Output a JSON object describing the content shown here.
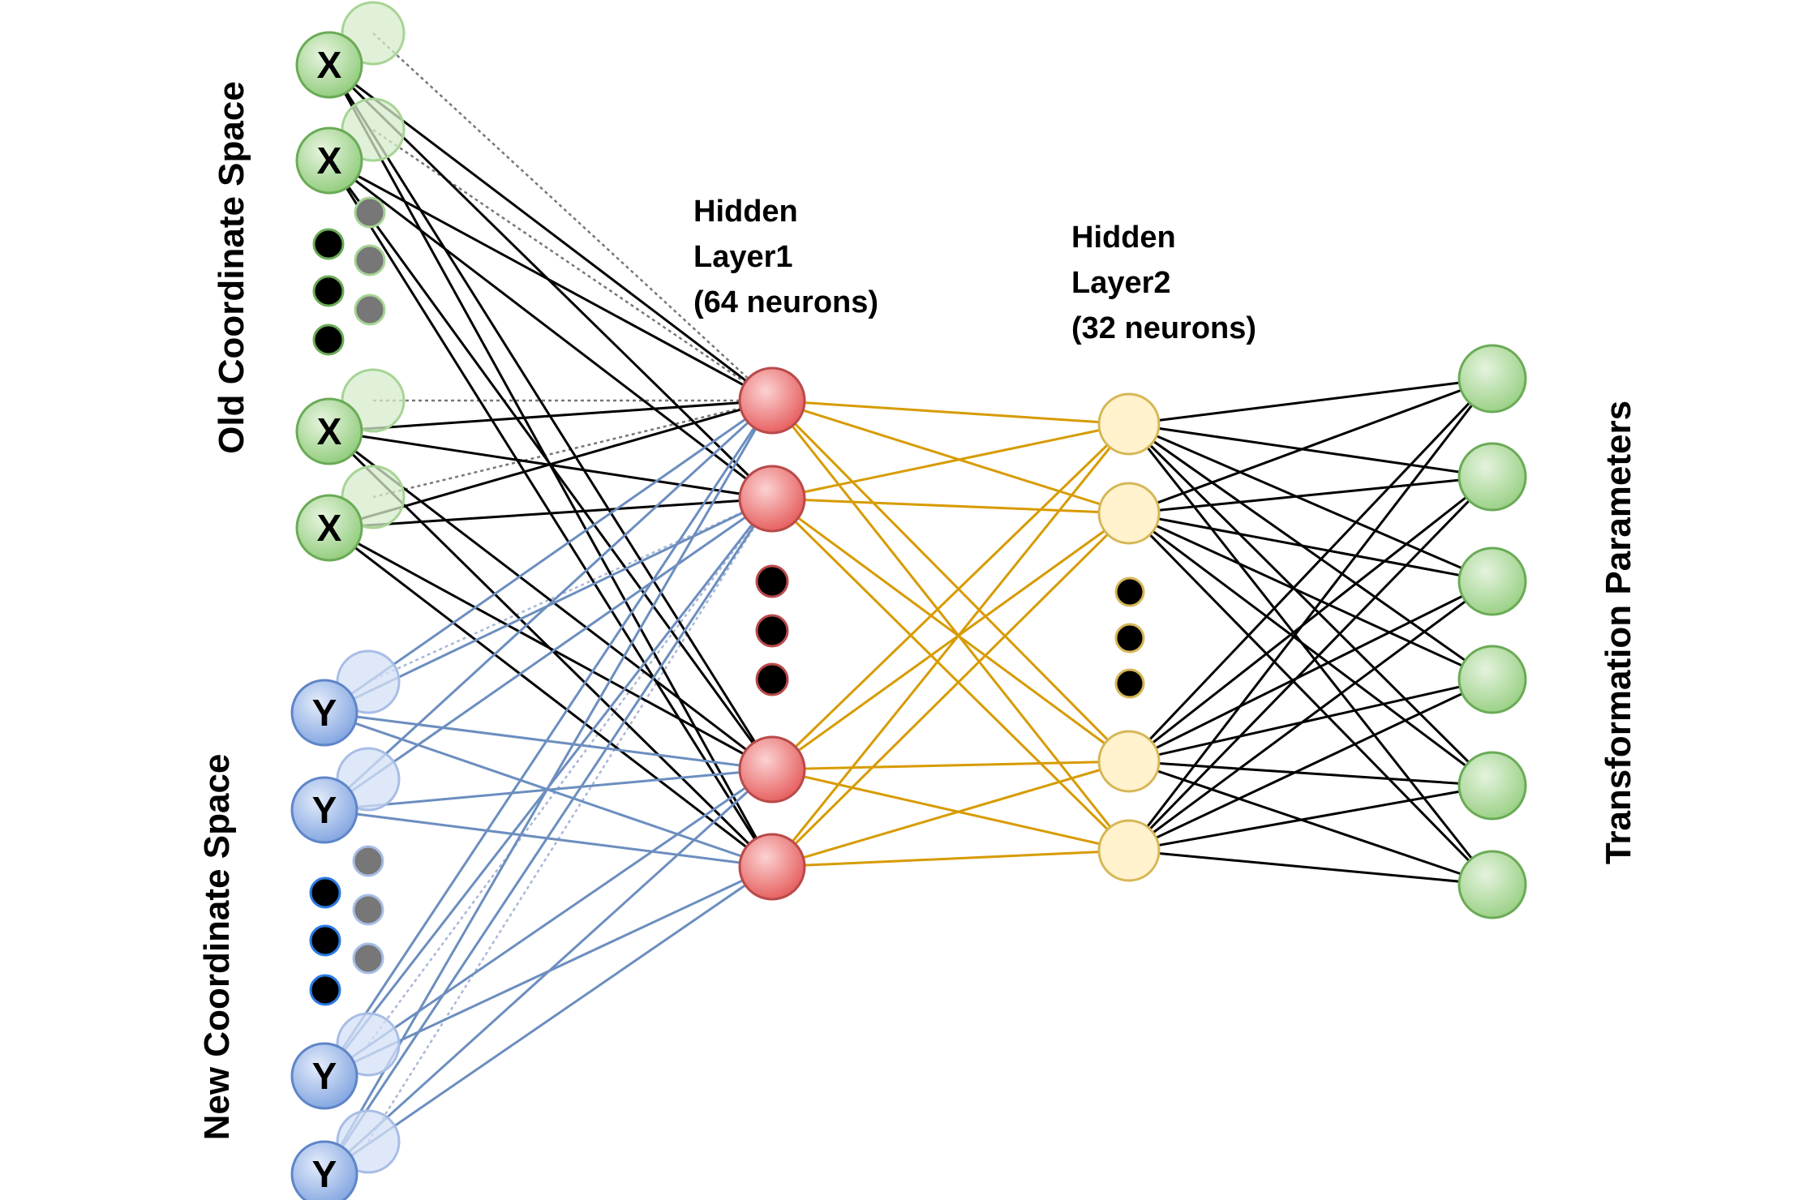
{
  "labels": {
    "old_space": "Old Coordinate Space",
    "new_space": "New Coordinate Space",
    "hidden1_line1": "Hidden",
    "hidden1_line2": "Layer1",
    "hidden1_line3": "(64 neurons)",
    "hidden2_line1": "Hidden",
    "hidden2_line2": "Layer2",
    "hidden2_line3": "(32 neurons)",
    "output": "Transformation Parameters"
  },
  "input_x_symbol": "X",
  "input_y_symbol": "Y",
  "colors": {
    "green_fill": "#9fd38a",
    "green_stroke": "#6aab56",
    "blue_fill": "#8fb0e6",
    "blue_stroke": "#5f85c8",
    "red_fill": "#ec6d6d",
    "red_stroke": "#b94a4a",
    "yellow_fill": "#fff2cc",
    "yellow_stroke": "#d6b656",
    "edge_black": "#000000",
    "edge_blue": "#6c8ebf",
    "edge_gold": "#d79b00",
    "edge_dotted": "#777777"
  }
}
